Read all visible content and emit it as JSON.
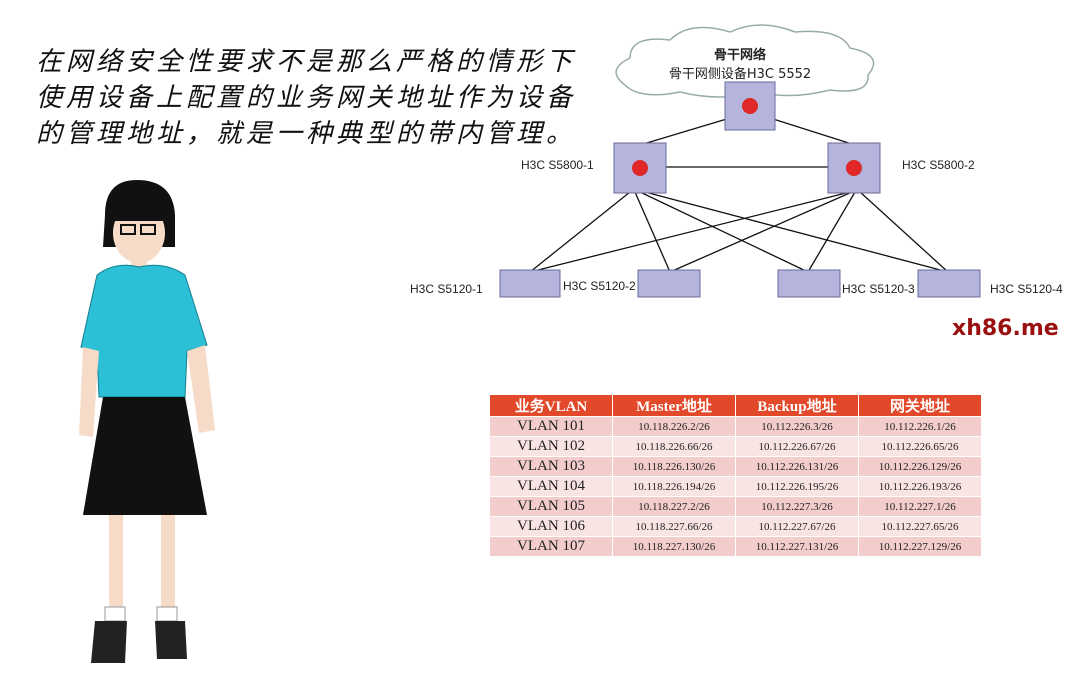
{
  "caption": "在网络安全性要求不是那么严格的情形下使用设备上配置的业务网关地址作为设备的管理地址，就是一种典型的带内管理。",
  "diagram": {
    "cloud_title": "骨干网络",
    "cloud_subtitle": "骨干网侧设备H3C  5552",
    "core_left": "H3C S5800-1",
    "core_right": "H3C S5800-2",
    "access": [
      "H3C S5120-1",
      "H3C S5120-2",
      "H3C S5120-3",
      "H3C S5120-4"
    ]
  },
  "watermark": "xh86.me",
  "table": {
    "headers": [
      "业务VLAN",
      "Master地址",
      "Backup地址",
      "网关地址"
    ],
    "rows": [
      [
        "VLAN 101",
        "10.118.226.2/26",
        "10.112.226.3/26",
        "10.112.226.1/26"
      ],
      [
        "VLAN 102",
        "10.118.226.66/26",
        "10.112.226.67/26",
        "10.112.226.65/26"
      ],
      [
        "VLAN 103",
        "10.118.226.130/26",
        "10.112.226.131/26",
        "10.112.226.129/26"
      ],
      [
        "VLAN 104",
        "10.118.226.194/26",
        "10.112.226.195/26",
        "10.112.226.193/26"
      ],
      [
        "VLAN 105",
        "10.118.227.2/26",
        "10.112.227.3/26",
        "10.112.227.1/26"
      ],
      [
        "VLAN 106",
        "10.118.227.66/26",
        "10.112.227.67/26",
        "10.112.227.65/26"
      ],
      [
        "VLAN 107",
        "10.118.227.130/26",
        "10.112.227.131/26",
        "10.112.227.129/26"
      ]
    ]
  }
}
